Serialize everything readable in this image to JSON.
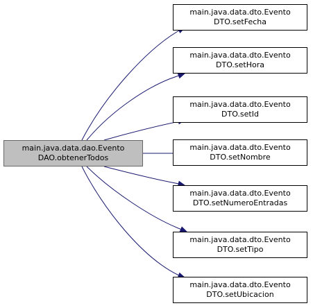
{
  "colors": {
    "edge": "#191970",
    "source_fill": "#bfbfbf",
    "target_fill": "#ffffff"
  },
  "source": {
    "line1": "main.java.data.dao.Evento",
    "line2": "DAO.obtenerTodos"
  },
  "targets": [
    {
      "line1": "main.java.data.dto.Evento",
      "line2": "DTO.setFecha"
    },
    {
      "line1": "main.java.data.dto.Evento",
      "line2": "DTO.setHora"
    },
    {
      "line1": "main.java.data.dto.Evento",
      "line2": "DTO.setId"
    },
    {
      "line1": "main.java.data.dto.Evento",
      "line2": "DTO.setNombre"
    },
    {
      "line1": "main.java.data.dto.Evento",
      "line2": "DTO.setNumeroEntradas"
    },
    {
      "line1": "main.java.data.dto.Evento",
      "line2": "DTO.setTipo"
    },
    {
      "line1": "main.java.data.dto.Evento",
      "line2": "DTO.setUbicacion"
    }
  ]
}
